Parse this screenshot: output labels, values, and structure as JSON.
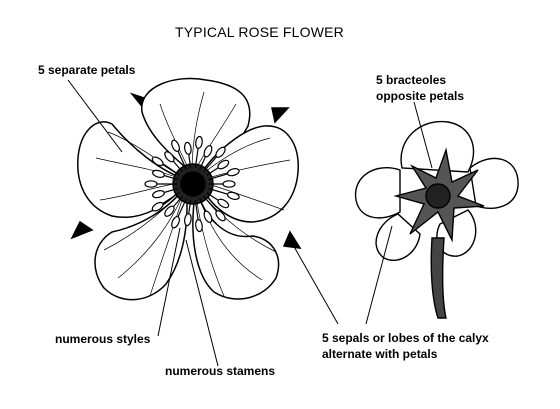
{
  "title": "TYPICAL ROSE FLOWER",
  "labels": {
    "separate_petals": "5 separate petals",
    "bracteoles_line1": "5 bracteoles",
    "bracteoles_line2": "opposite petals",
    "numerous_styles": "numerous styles",
    "numerous_stamens": "numerous stamens",
    "sepals_line1": "5 sepals or lobes of the calyx",
    "sepals_line2": "alternate with petals"
  }
}
